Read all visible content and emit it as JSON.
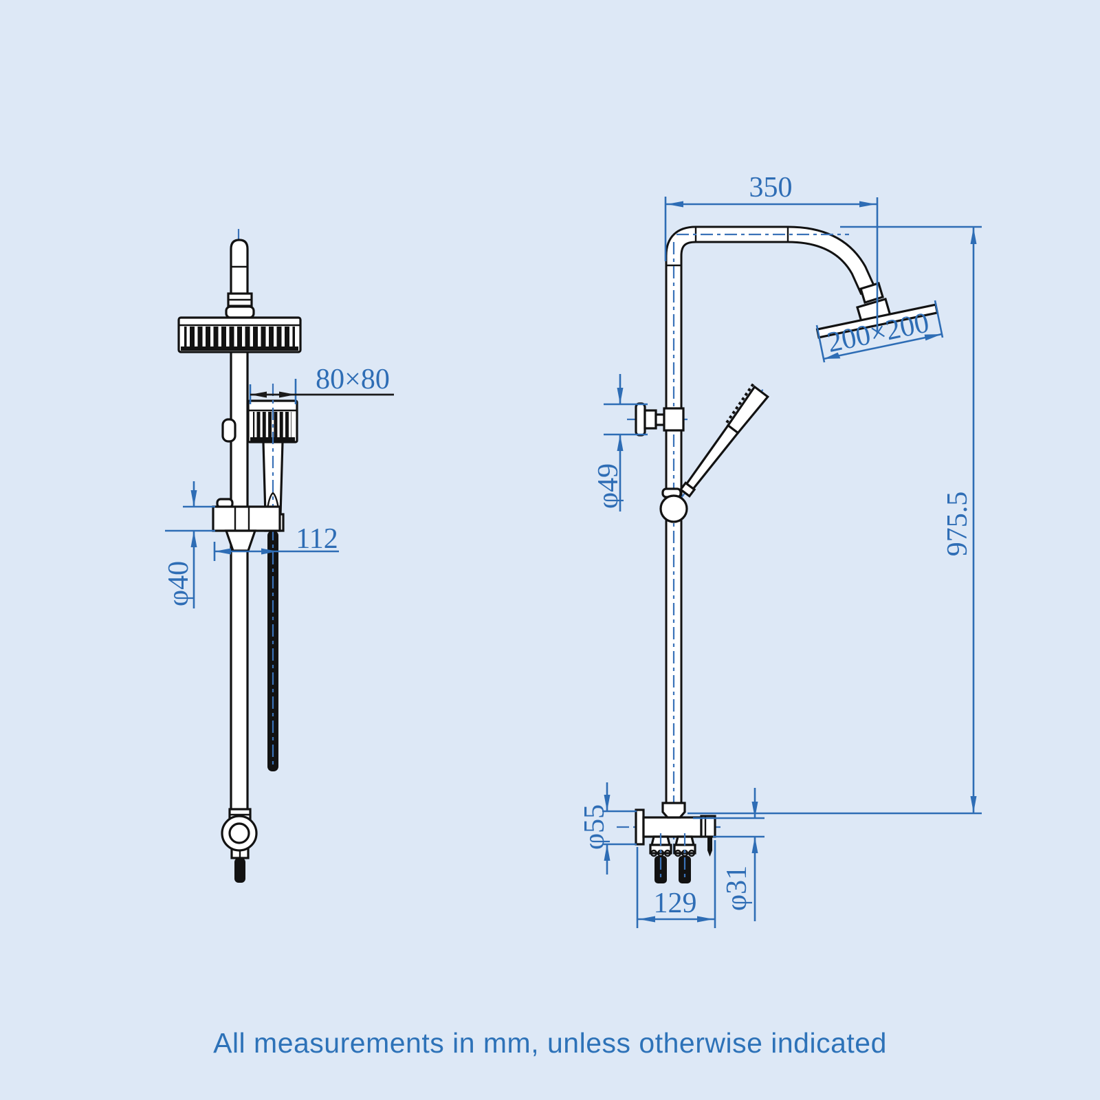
{
  "drawing": {
    "title": "Shower riser rail technical dimension drawing",
    "note": "All measurements in mm, unless otherwise indicated",
    "views": {
      "side": "side elevation of riser with square head and hand shower",
      "front": "front elevation of riser with swan-neck arm, hand shower and valve"
    },
    "dimensions": {
      "d80x80": "80×80",
      "d112": "112",
      "d40": "φ40",
      "d350": "350",
      "d200x200": "200×200",
      "d975": "975.5",
      "d49": "φ49",
      "d55": "φ55",
      "d31": "φ31",
      "d129": "129"
    },
    "colors": {
      "background": "#dde8f6",
      "dimension_blue": "#2e6db5",
      "centerline_blue": "#3a72b8",
      "line_black": "#121212",
      "note_blue": "#2d72b8"
    }
  }
}
